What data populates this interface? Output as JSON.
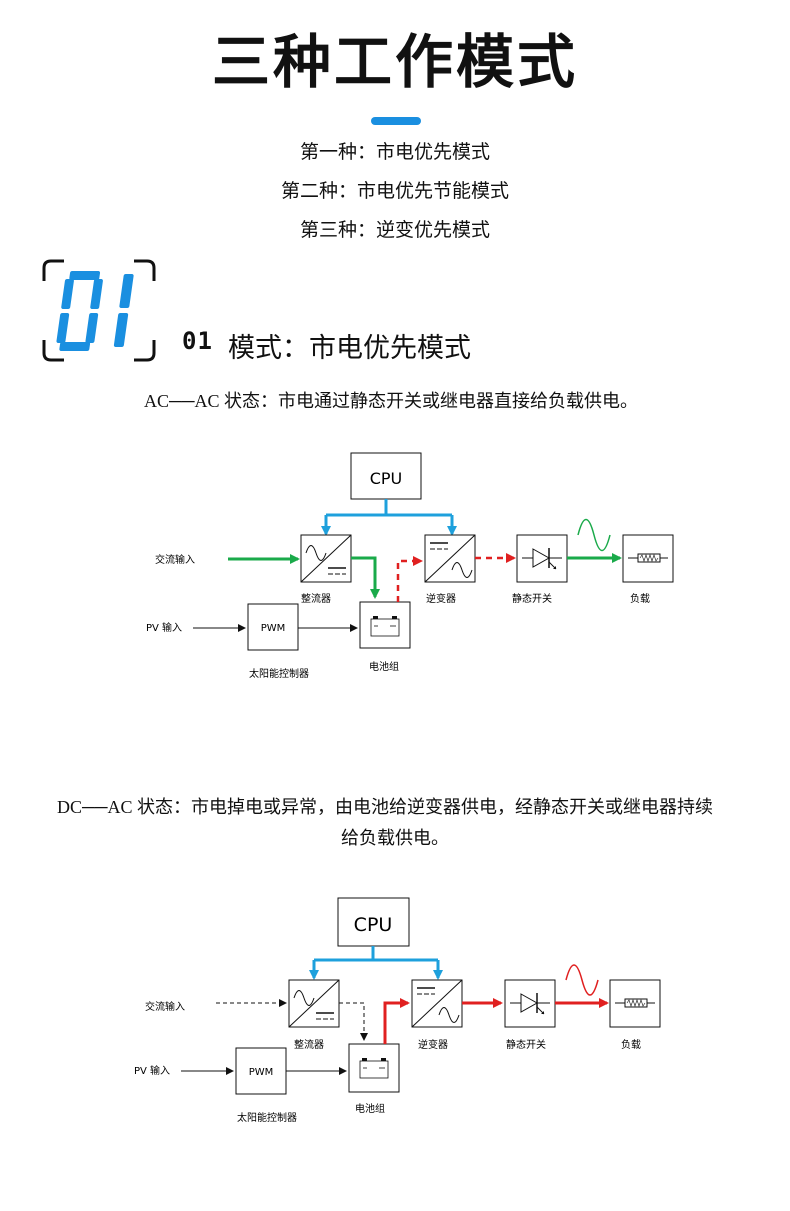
{
  "header": {
    "title": "三种工作模式",
    "accent_color": "#1a8fe0",
    "modes": [
      "第一种：市电优先模式",
      "第二种：市电优先节能模式",
      "第三种：逆变优先模式"
    ]
  },
  "section": {
    "badge_number": "01",
    "number_label": "01",
    "title": "模式：市电优先模式"
  },
  "ac_ac": {
    "description": "AC──AC 状态：市电通过静态开关或继电器直接给负载供电。",
    "diagram": {
      "cpu": "CPU",
      "ac_input": "交流输入",
      "pv_input": "PV 输入",
      "pwm": "PWM",
      "solar_controller": "太阳能控制器",
      "rectifier": "整流器",
      "battery": "电池组",
      "inverter": "逆变器",
      "static_switch": "静态开关",
      "load": "负载",
      "active_color": "#1aaa4a",
      "control_color": "#1ea0dc",
      "standby_color": "#e02020"
    }
  },
  "dc_ac": {
    "description_line1": "DC──AC 状态：市电掉电或异常，由电池给逆变器供电，经静态开关或继电器持续",
    "description_line2": "给负载供电。",
    "diagram": {
      "cpu": "CPU",
      "ac_input": "交流输入",
      "pv_input": "PV 输入",
      "pwm": "PWM",
      "solar_controller": "太阳能控制器",
      "rectifier": "整流器",
      "battery": "电池组",
      "inverter": "逆变器",
      "static_switch": "静态开关",
      "load": "负载",
      "active_color": "#e02020",
      "control_color": "#1ea0dc"
    }
  }
}
